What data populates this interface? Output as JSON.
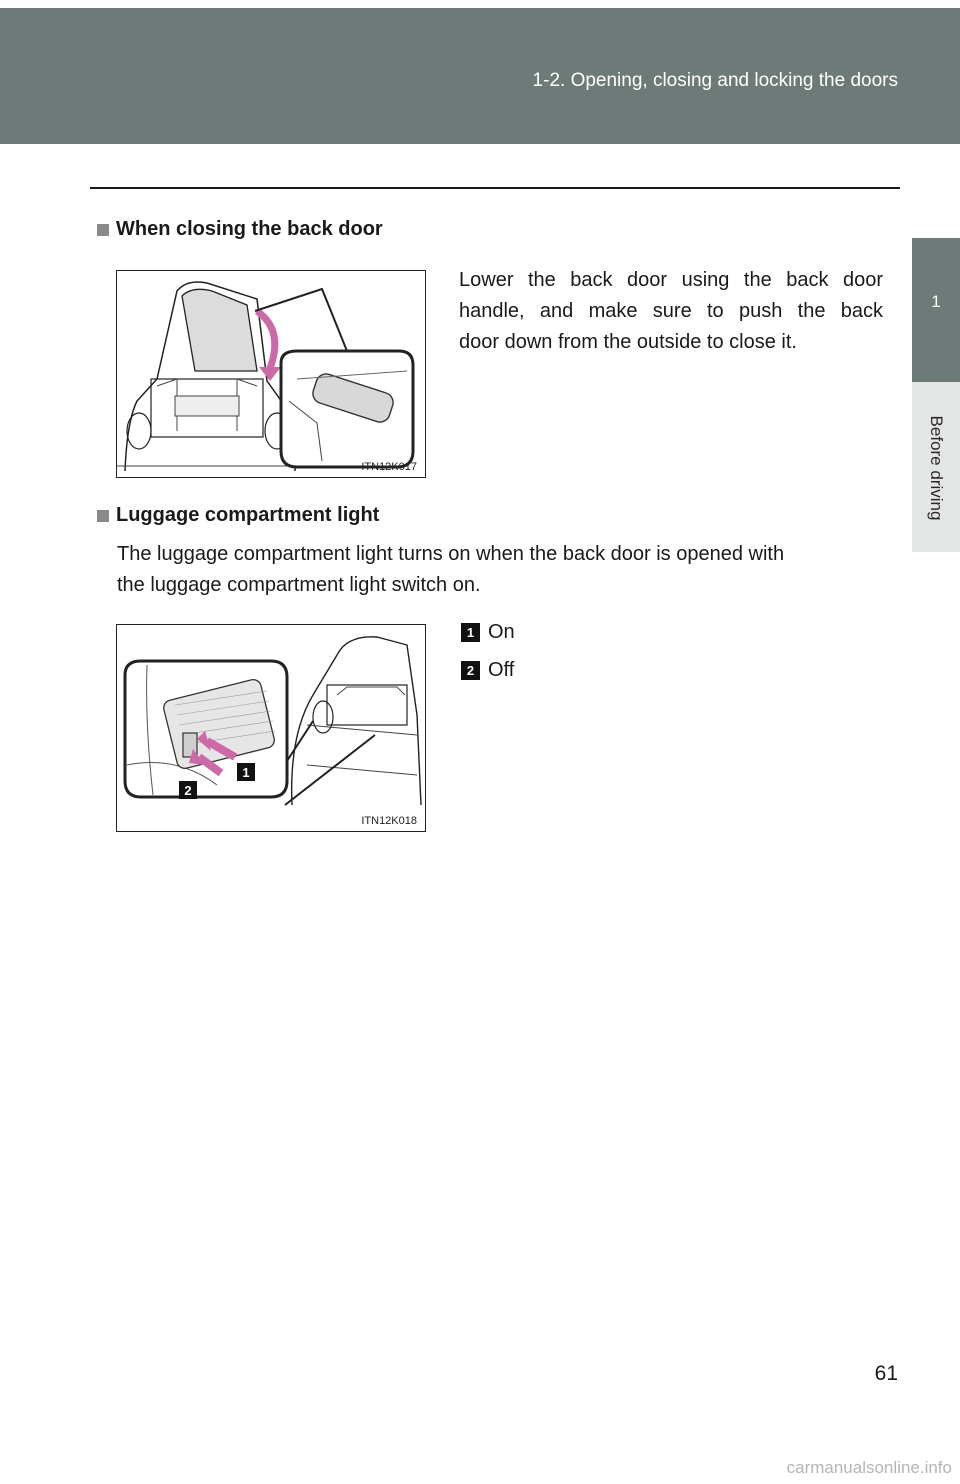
{
  "header": {
    "section_title": "1-2. Opening, closing and locking the doors"
  },
  "side_tab": {
    "chapter_number": "1",
    "chapter_title": "Before driving"
  },
  "sections": [
    {
      "heading": "When closing the back door",
      "text_lines": [
        "Lower the back door using the back door",
        "handle, and make sure to push the back",
        "door down from the outside to close it."
      ],
      "figure_code": "ITN12K017"
    },
    {
      "heading": "Luggage compartment light",
      "text_lines": [
        "The luggage compartment light turns on when the back door is opened with",
        "the luggage compartment light switch on."
      ],
      "figure_code": "ITN12K018",
      "callouts": [
        {
          "number": "1",
          "label": "On"
        },
        {
          "number": "2",
          "label": "Off"
        }
      ]
    }
  ],
  "page_number": "61",
  "watermark": "carmanualsonline.info",
  "colors": {
    "header_bg": "#6e7a78",
    "tab_light": "#e3e6e5"
  }
}
